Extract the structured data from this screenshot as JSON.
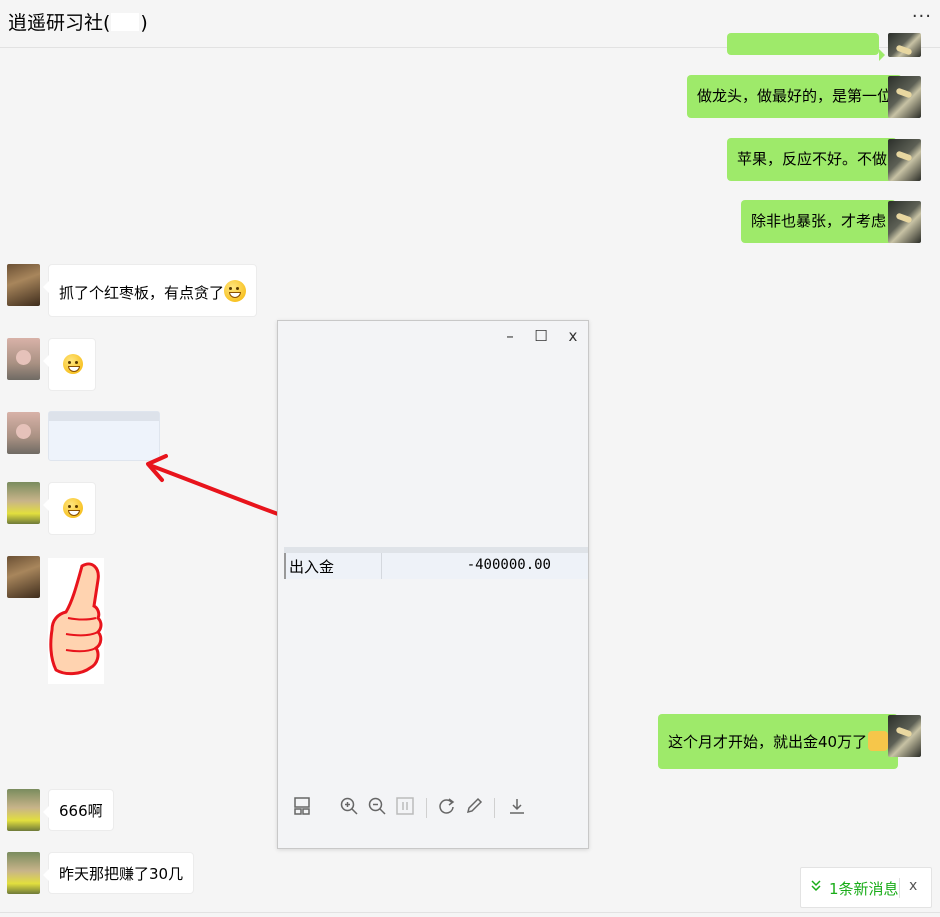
{
  "header": {
    "title_prefix": "逍遥研习社(",
    "title_suffix": ")",
    "more_label": "···"
  },
  "messages": {
    "out_1": "做龙头，做最好的，是第一位",
    "out_2": "苹果，反应不好。不做",
    "out_3": "除非也暴张，才考虑",
    "in_1": "抓了个红枣板，有点贪了",
    "out_4": "这个月才开始，就出金40万了",
    "in_2": "666啊",
    "in_3": "昨天那把赚了30几"
  },
  "viewer": {
    "minimize_label": "–",
    "maximize_label": "☐",
    "close_label": "x",
    "row_label": "出入金",
    "row_value": "-400000.00"
  },
  "new_message": {
    "icon": "chevron-down-icon",
    "label": "1条新消息",
    "close_label": "x"
  },
  "colors": {
    "bubble_out": "#9eea6a",
    "bubble_in": "#ffffff",
    "accent_green": "#1aad19",
    "arrow_red": "#e8141c"
  }
}
